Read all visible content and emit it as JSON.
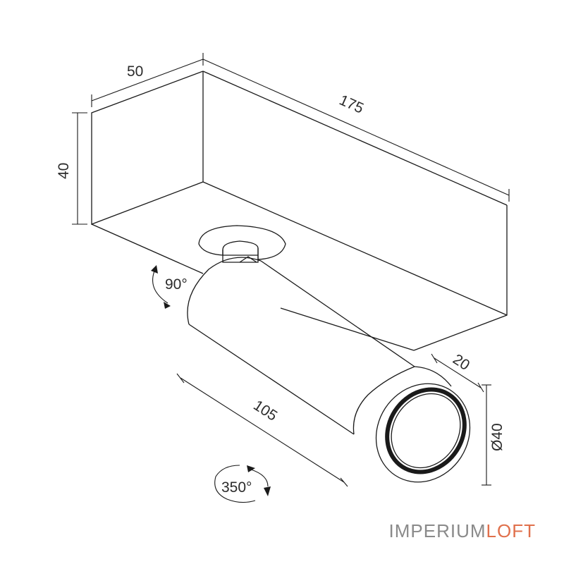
{
  "dimensions": {
    "depth": "50",
    "length": "175",
    "height": "40",
    "tilt_angle": "90°",
    "rotation_angle": "350°",
    "tube_length": "105",
    "cap_length": "20",
    "diameter": "Ø40"
  },
  "watermark": {
    "part1": "IMPERIUM",
    "part2": "LOFT",
    "color1": "#8a8a8a",
    "color2": "#e0704c"
  }
}
